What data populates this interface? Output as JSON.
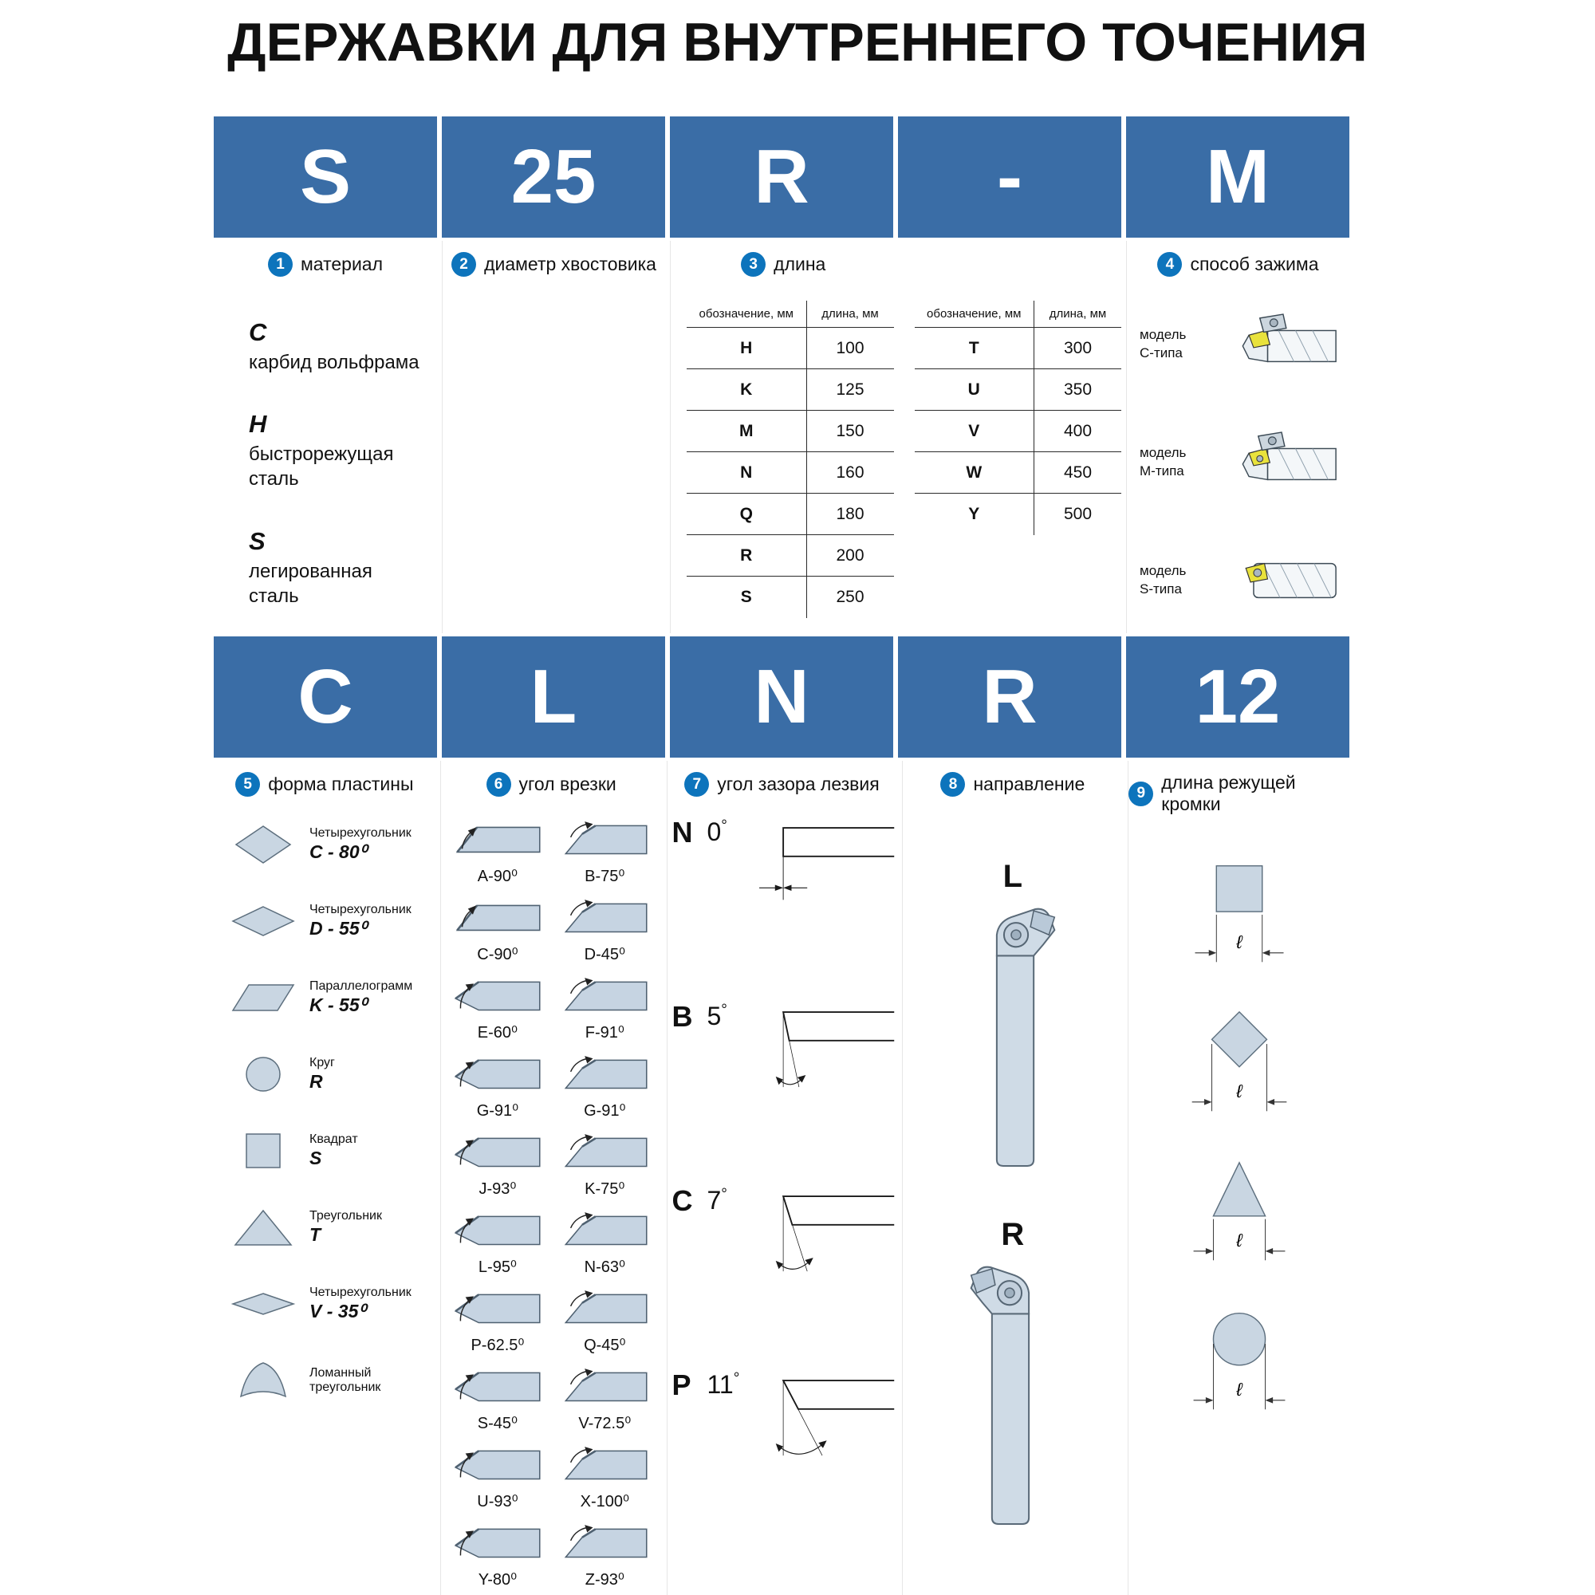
{
  "title": "ДЕРЖАВКИ ДЛЯ ВНУТРЕННЕГО ТОЧЕНИЯ",
  "colors": {
    "header_blue": "#3a6da6",
    "badge_blue": "#0d74bc",
    "shape_fill": "#c9d6e2",
    "shape_stroke": "#5d6f7e",
    "insert_yellow": "#e9e23c"
  },
  "row1": [
    "S",
    "25",
    "R",
    "-",
    "M"
  ],
  "row2": [
    "C",
    "L",
    "N",
    "R",
    "12"
  ],
  "s1": {
    "num": "1",
    "label": "материал",
    "items": [
      {
        "letter": "C",
        "line1": "карбид вольфрама",
        "line2": ""
      },
      {
        "letter": "H",
        "line1": "быстрорежущая",
        "line2": "сталь"
      },
      {
        "letter": "S",
        "line1": "легированная",
        "line2": "сталь"
      }
    ]
  },
  "s2": {
    "num": "2",
    "label": "диаметр хвостовика"
  },
  "s3": {
    "num": "3",
    "label": "длина",
    "h1": "обозначение, мм",
    "h2": "длина, мм",
    "t1": [
      {
        "c": "H",
        "v": "100"
      },
      {
        "c": "K",
        "v": "125"
      },
      {
        "c": "M",
        "v": "150"
      },
      {
        "c": "N",
        "v": "160"
      },
      {
        "c": "Q",
        "v": "180"
      },
      {
        "c": "R",
        "v": "200"
      },
      {
        "c": "S",
        "v": "250"
      }
    ],
    "t2": [
      {
        "c": "T",
        "v": "300"
      },
      {
        "c": "U",
        "v": "350"
      },
      {
        "c": "V",
        "v": "400"
      },
      {
        "c": "W",
        "v": "450"
      },
      {
        "c": "Y",
        "v": "500"
      }
    ]
  },
  "s4": {
    "num": "4",
    "label": "способ зажима",
    "models": [
      {
        "l1": "модель",
        "l2": "C-типа"
      },
      {
        "l1": "модель",
        "l2": "M-типа"
      },
      {
        "l1": "модель",
        "l2": "S-типа"
      }
    ]
  },
  "s5": {
    "num": "5",
    "label": "форма пластины",
    "shapes": [
      {
        "name1": "Четырехугольник",
        "name2": "",
        "code": "C - 80⁰"
      },
      {
        "name1": "Четырехугольник",
        "name2": "",
        "code": "D - 55⁰"
      },
      {
        "name1": "Параллелограмм",
        "name2": "",
        "code": "K - 55⁰"
      },
      {
        "name1": "Круг",
        "name2": "",
        "code": "R"
      },
      {
        "name1": "Квадрат",
        "name2": "",
        "code": "S"
      },
      {
        "name1": "Треугольник",
        "name2": "",
        "code": "T"
      },
      {
        "name1": "Четырехугольник",
        "name2": "",
        "code": "V - 35⁰"
      },
      {
        "name1": "Ломанный",
        "name2": "треугольник",
        "code": ""
      }
    ]
  },
  "s6": {
    "num": "6",
    "label": "угол врезки",
    "items": [
      "A-90⁰",
      "B-75⁰",
      "C-90⁰",
      "D-45⁰",
      "E-60⁰",
      "F-91⁰",
      "G-91⁰",
      "G-91⁰",
      "J-93⁰",
      "K-75⁰",
      "L-95⁰",
      "N-63⁰",
      "P-62.5⁰",
      "Q-45⁰",
      "S-45⁰",
      "V-72.5⁰",
      "U-93⁰",
      "X-100⁰",
      "Y-80⁰",
      "Z-93⁰"
    ]
  },
  "s7": {
    "num": "7",
    "label": "угол зазора лезвия",
    "items": [
      {
        "letter": "N",
        "angle": "0",
        "deg": "°"
      },
      {
        "letter": "B",
        "angle": "5",
        "deg": "°"
      },
      {
        "letter": "C",
        "angle": "7",
        "deg": "°"
      },
      {
        "letter": "P",
        "angle": "11",
        "deg": "°"
      }
    ]
  },
  "s8": {
    "num": "8",
    "label": "направление",
    "left": "L",
    "right": "R"
  },
  "s9": {
    "num": "9",
    "label": "длина режущей кромки",
    "ell": "ℓ"
  }
}
